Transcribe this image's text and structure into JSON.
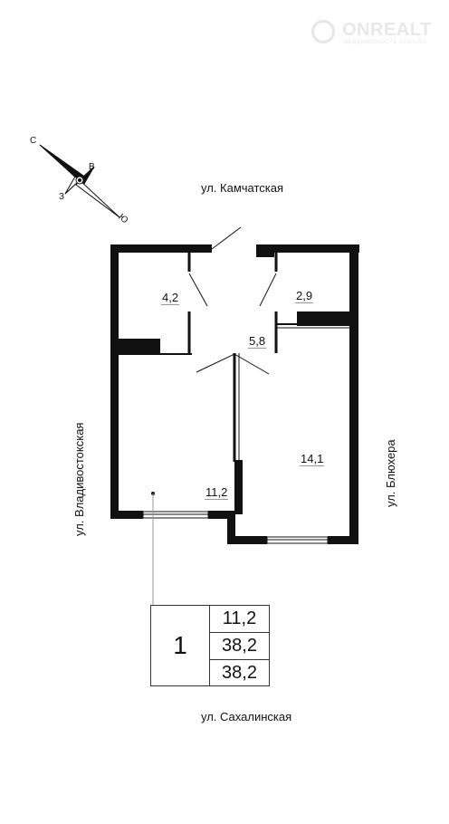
{
  "logo": {
    "name": "ONREALT",
    "tagline": "НЕДВИЖИМОСТЬ ОНЛАЙН"
  },
  "compass": {
    "north": "С",
    "east": "В",
    "south": "Ю",
    "west": "З"
  },
  "streets": {
    "top": "ул. Камчатская",
    "bottom": "ул. Сахалинская",
    "left": "ул. Владивостокская",
    "right": "ул. Блюхера"
  },
  "rooms": [
    {
      "id": "bathroom",
      "area": "4,2"
    },
    {
      "id": "wc",
      "area": "2,9"
    },
    {
      "id": "hall",
      "area": "5,8"
    },
    {
      "id": "kitchen",
      "area": "11,2"
    },
    {
      "id": "bedroom",
      "area": "14,1"
    }
  ],
  "summary": {
    "rooms_count": "1",
    "living_area": "11,2",
    "total_area": "38,2",
    "total_area_with_balcony": "38,2"
  },
  "colors": {
    "wall": "#111111",
    "logo": "#e6e6e6"
  }
}
